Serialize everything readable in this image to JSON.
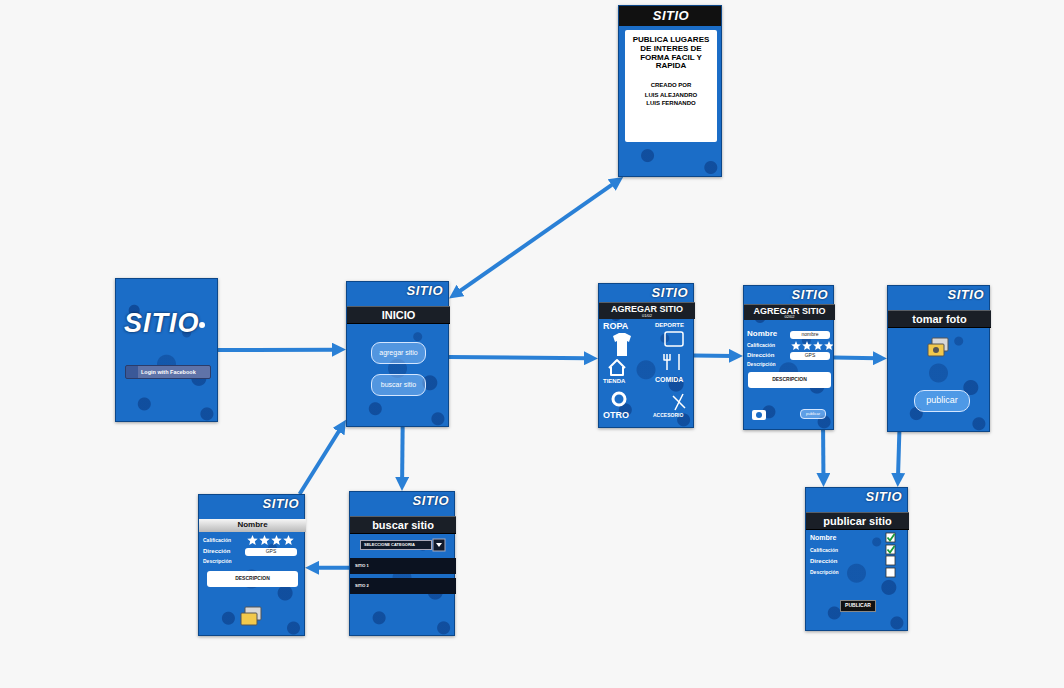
{
  "diagram": {
    "nodes": [
      {
        "text": [
          "SITIO",
          "PUBLICA LUGARES DE INTERES DE FORMA FACIL Y RAPIDA",
          "CREADO POR",
          "LUIS ALEJANDRO",
          "LUIS FERNANDO"
        ]
      },
      {
        "text": [
          "SITIO",
          "Login with Facebook"
        ]
      },
      {
        "text": [
          "SITIO",
          "INICIO",
          "agregar sitio",
          "buscar sitio"
        ]
      },
      {
        "text": [
          "SITIO",
          "AGREGAR SITIO",
          "01/02",
          "ROPA",
          "DEPORTE",
          "TIENDA",
          "COMIDA",
          "OTRO",
          "ACCESORIO"
        ]
      },
      {
        "text": [
          "SITIO",
          "AGREGAR SITIO",
          "02/02",
          "Nombre",
          "nombre",
          "Calificación",
          "Dirección",
          "GPS",
          "Descripción",
          "DESCRIPCION",
          "publicar"
        ]
      },
      {
        "text": [
          "SITIO",
          "tomar foto",
          "publicar"
        ]
      },
      {
        "text": [
          "SITIO",
          "Nombre",
          "Calificación",
          "Dirección",
          "GPS",
          "Descripción",
          "DESCRIPCION"
        ]
      },
      {
        "text": [
          "SITIO",
          "buscar sitio",
          "SELECCIONE CATEGORIA",
          "SITIO 1",
          "SITIO 2"
        ]
      },
      {
        "text": [
          "SITIO",
          "publicar sitio",
          "Nombre",
          "Calificación",
          "Dirección",
          "Descripción",
          "PUBLICAR"
        ]
      }
    ],
    "edges": [
      {
        "from": 1,
        "to": 2,
        "arrow": "to"
      },
      {
        "from": 2,
        "to": 0,
        "arrow": "both"
      },
      {
        "from": 2,
        "to": 3,
        "arrow": "to"
      },
      {
        "from": 3,
        "to": 4,
        "arrow": "to"
      },
      {
        "from": 4,
        "to": 5,
        "arrow": "to"
      },
      {
        "from": 4,
        "to": 8,
        "arrow": "to"
      },
      {
        "from": 5,
        "to": 8,
        "arrow": "to"
      },
      {
        "from": 2,
        "to": 7,
        "arrow": "to"
      },
      {
        "from": 7,
        "to": 6,
        "arrow": "to"
      },
      {
        "from": 6,
        "to": 2,
        "arrow": "to"
      }
    ]
  }
}
